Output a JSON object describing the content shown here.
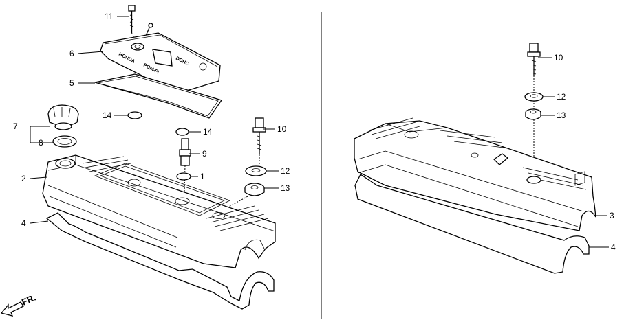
{
  "callouts_left": [
    {
      "id": "c11",
      "text": "11"
    },
    {
      "id": "c6",
      "text": "6"
    },
    {
      "id": "c5",
      "text": "5"
    },
    {
      "id": "c14a",
      "text": "14"
    },
    {
      "id": "c7",
      "text": "7"
    },
    {
      "id": "c8",
      "text": "8"
    },
    {
      "id": "c14b",
      "text": "14"
    },
    {
      "id": "c10a",
      "text": "10"
    },
    {
      "id": "c9",
      "text": "9"
    },
    {
      "id": "c2",
      "text": "2"
    },
    {
      "id": "c1",
      "text": "1"
    },
    {
      "id": "c12a",
      "text": "12"
    },
    {
      "id": "c13a",
      "text": "13"
    },
    {
      "id": "c4a",
      "text": "4"
    }
  ],
  "callouts_right": [
    {
      "id": "c10b",
      "text": "10"
    },
    {
      "id": "c12b",
      "text": "12"
    },
    {
      "id": "c13b",
      "text": "13"
    },
    {
      "id": "c3",
      "text": "3"
    },
    {
      "id": "c4b",
      "text": "4"
    }
  ],
  "emblem": {
    "line1": "HONDA",
    "line2": "PGM-FI",
    "line3": "DOHC"
  },
  "front_marker": {
    "text": "FR."
  }
}
